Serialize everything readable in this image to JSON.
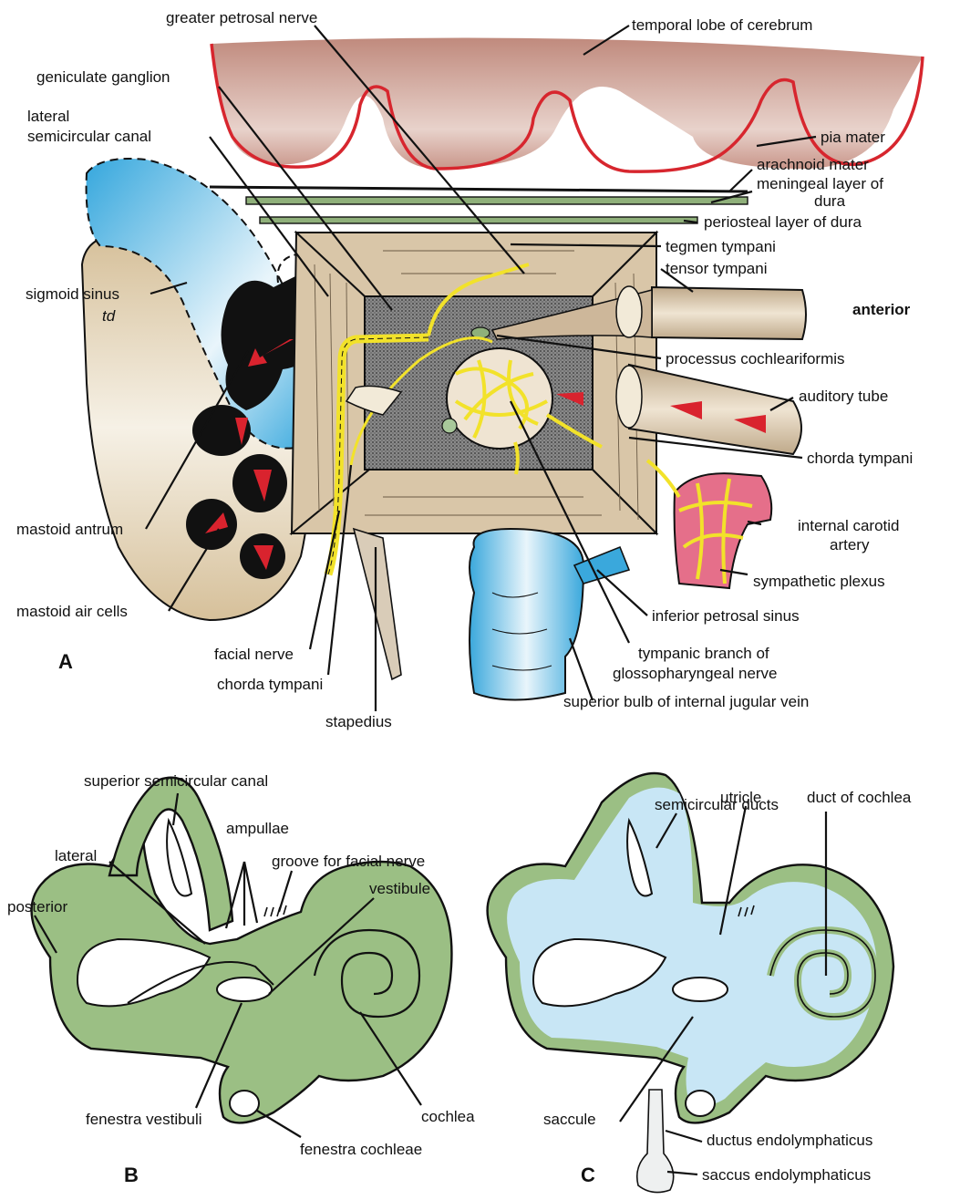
{
  "colors": {
    "brain": "#c9968a",
    "pia": "#d7262e",
    "dura": "#8fb07a",
    "box": "#d9c6a8",
    "box_floor": "#6b6b6b",
    "nerve": "#f2e22a",
    "vein": "#5bb8e0",
    "artery": "#e56f8a",
    "bone": "#e8d6b3",
    "labyrinth_green": "#9bbf84",
    "membranous_blue": "#c8e6f5",
    "arrow_red": "#d9232e",
    "air_cell": "#111111"
  },
  "panel_a": {
    "letter": "A",
    "labels": {
      "greater_petrosal_nerve": "greater petrosal nerve",
      "temporal_lobe": "temporal lobe of cerebrum",
      "geniculate_ganglion": "geniculate ganglion",
      "lateral_canal_1": "lateral",
      "lateral_canal_2": "semicircular canal",
      "pia_mater": "pia mater",
      "arachnoid_mater": "arachnoid mater",
      "meningeal_dura_1": "meningeal layer of",
      "meningeal_dura_2": "dura",
      "periosteal_dura": "periosteal layer of dura",
      "tegmen_tympani": "tegmen tympani",
      "tensor_tympani": "tensor tympani",
      "sigmoid_sinus": "sigmoid sinus",
      "anterior": "anterior",
      "processus_cochleariformis": "processus cochleariformis",
      "auditory_tube": "auditory tube",
      "chorda_tympani_right": "chorda tympani",
      "internal_carotid_1": "internal carotid",
      "internal_carotid_2": "artery",
      "mastoid_antrum": "mastoid antrum",
      "sympathetic_plexus": "sympathetic plexus",
      "mastoid_air_cells": "mastoid air cells",
      "inferior_petrosal_sinus": "inferior petrosal sinus",
      "facial_nerve": "facial nerve",
      "tympanic_branch_1": "tympanic branch of",
      "tympanic_branch_2": "glossopharyngeal nerve",
      "chorda_tympani_bottom": "chorda tympani",
      "superior_bulb": "superior bulb of internal jugular vein",
      "stapedius": "stapedius",
      "artist_initials": "td"
    }
  },
  "panel_b": {
    "letter": "B",
    "labels": {
      "superior_canal": "superior semicircular canal",
      "ampullae": "ampullae",
      "lateral": "lateral",
      "groove_facial": "groove for facial nerve",
      "vestibule": "vestibule",
      "posterior": "posterior",
      "fenestra_vestibuli": "fenestra vestibuli",
      "cochlea": "cochlea",
      "fenestra_cochleae": "fenestra cochleae"
    }
  },
  "panel_c": {
    "letter": "C",
    "labels": {
      "semicircular_ducts": "semicircular ducts",
      "utricle": "utricle",
      "duct_of_cochlea": "duct of cochlea",
      "saccule": "saccule",
      "ductus_endolymphaticus": "ductus endolymphaticus",
      "saccus_endolymphaticus": "saccus endolymphaticus"
    }
  }
}
